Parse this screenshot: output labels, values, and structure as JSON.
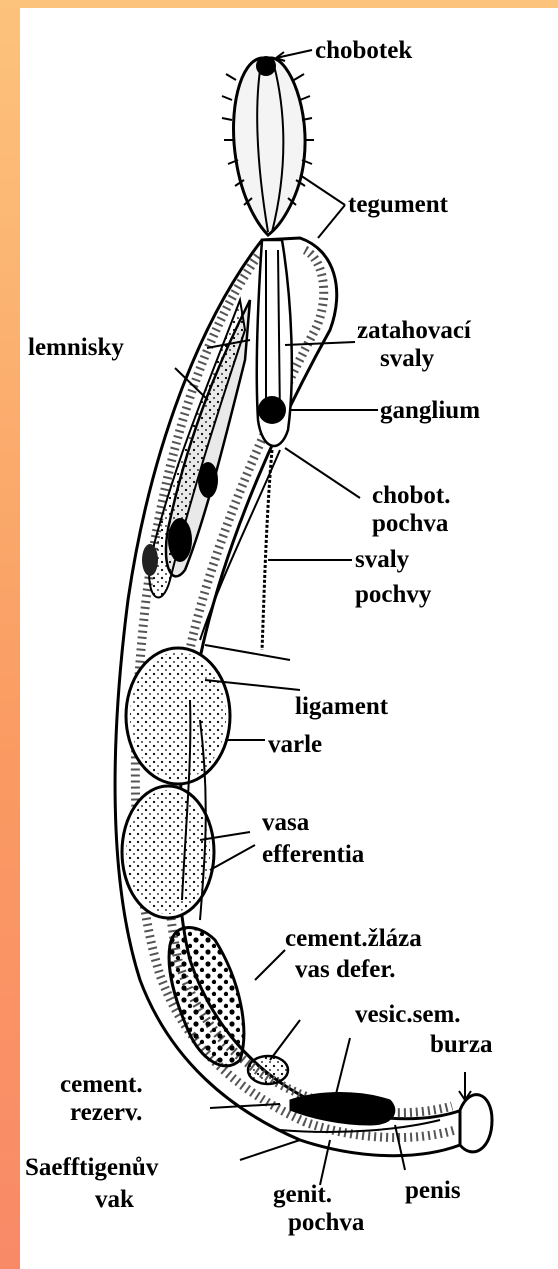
{
  "labels": {
    "chobotek": "chobotek",
    "tegument": "tegument",
    "zatahovaci_1": "zatahovací",
    "zatahovaci_2": "svaly",
    "lemnisky": "lemnisky",
    "ganglium": "ganglium",
    "chobot_pochva_1": "chobot.",
    "chobot_pochva_2": "pochva",
    "svaly_pochvy_1": "svaly",
    "svaly_pochvy_2": "pochvy",
    "ligament": "ligament",
    "varle": "varle",
    "vasa_1": "vasa",
    "vasa_2": "efferentia",
    "cement_zlaza": "cement.žláza",
    "vas_defer": "vas defer.",
    "vesic_sem": "vesic.sem.",
    "burza": "burza",
    "cement_rezerv_1": "cement.",
    "cement_rezerv_2": "rezerv.",
    "saefftigen_1": "Saefftigenův",
    "saefftigen_2": "vak",
    "genit_pochva_1": "genit.",
    "genit_pochva_2": "pochva",
    "penis": "penis"
  },
  "colors": {
    "frame": "#fbb66a",
    "background": "#ffffff",
    "ink": "#000000"
  }
}
